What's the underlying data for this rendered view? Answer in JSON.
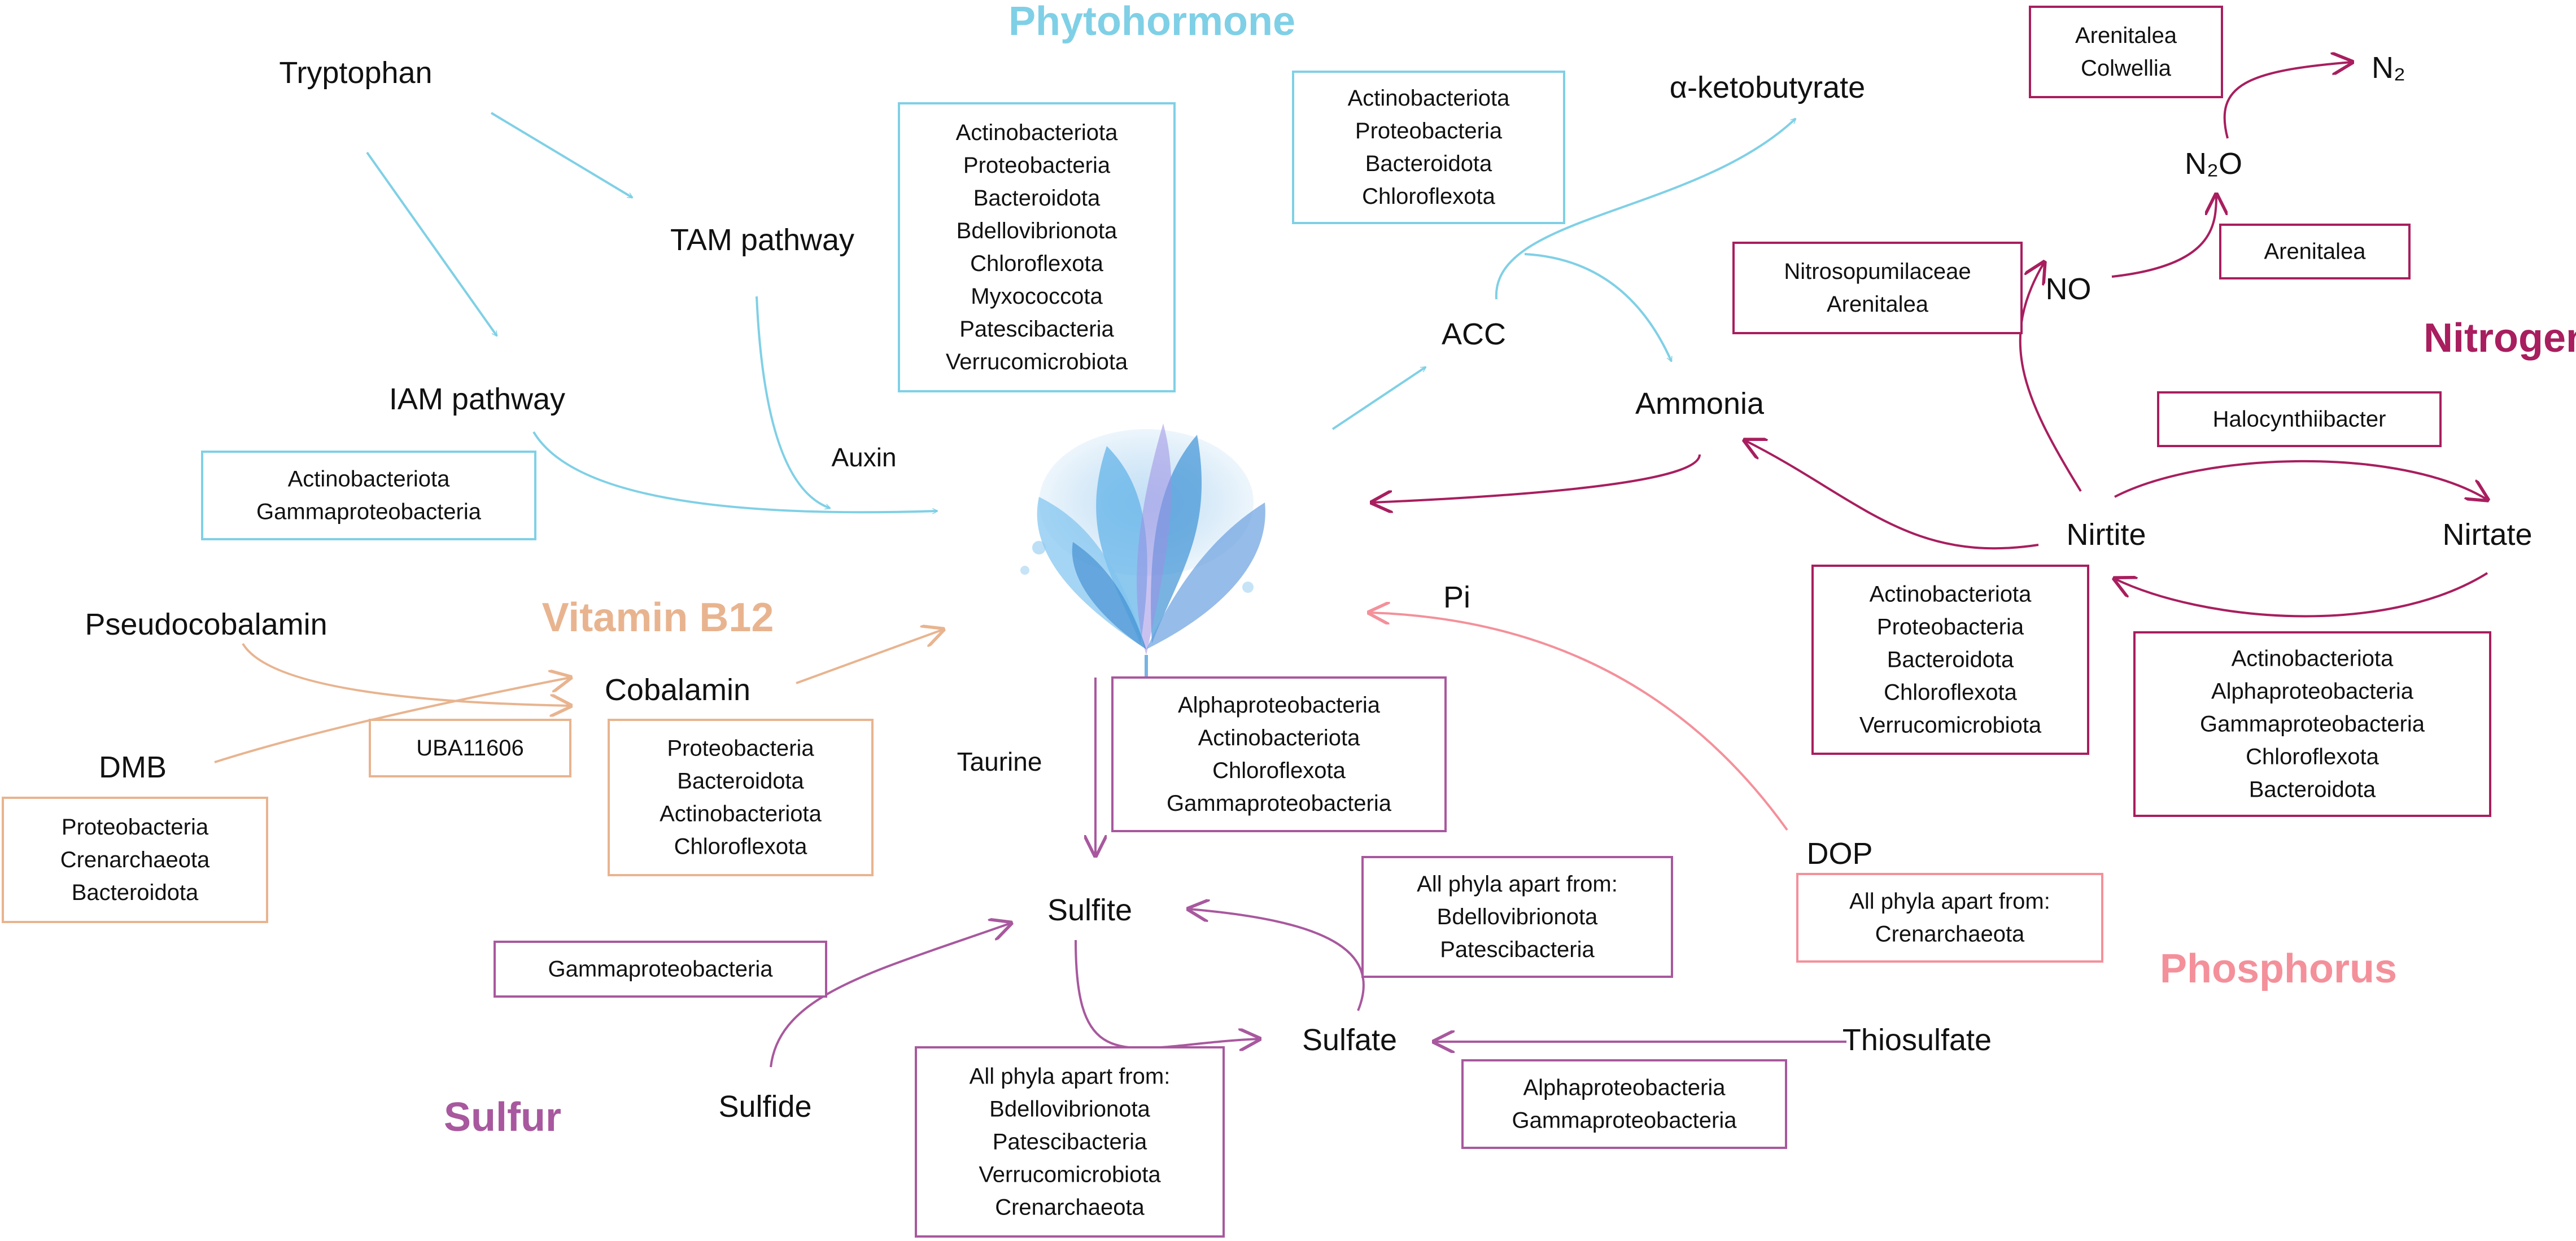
{
  "colors": {
    "phytohormone": "#7fd0e6",
    "vitamin_b12": "#e8b48f",
    "sulfur": "#a8589e",
    "phosphorus": "#f4909a",
    "nitrogen": "#a81e5e",
    "text": "#111111"
  },
  "center_icon": "seaweed-illustration",
  "categories": {
    "phytohormone": "Phytohormone",
    "vitamin_b12": "Vitamin B12",
    "sulfur": "Sulfur",
    "phosphorus": "Phosphorus",
    "nitrogen": "Nitrogen"
  },
  "nodes": {
    "tryptophan": "Tryptophan",
    "tam_pathway": "TAM pathway",
    "iam_pathway": "IAM pathway",
    "auxin": "Auxin",
    "acc": "ACC",
    "ketobutyrate": "α-ketobutyrate",
    "ammonia": "Ammonia",
    "nitrite": "Nirtite",
    "nitrate": "Nirtate",
    "no": "NO",
    "n2o": "N₂O",
    "n2": "N₂",
    "pseudocobalamin": "Pseudocobalamin",
    "dmb": "DMB",
    "cobalamin": "Cobalamin",
    "pi": "Pi",
    "dop": "DOP",
    "taurine": "Taurine",
    "sulfite": "Sulfite",
    "sulfate": "Sulfate",
    "sulfide": "Sulfide",
    "thiosulfate": "Thiosulfate"
  },
  "boxes": {
    "iam": [
      "Actinobacteriota",
      "Gammaproteobacteria"
    ],
    "auxin": [
      "Actinobacteriota",
      "Proteobacteria",
      "Bacteroidota",
      "Bdellovibrionota",
      "Chloroflexota",
      "Myxococcota",
      "Patescibacteria",
      "Verrucomicrobiota"
    ],
    "acc": [
      "Actinobacteriota",
      "Proteobacteria",
      "Bacteroidota",
      "Chloroflexota"
    ],
    "n2": [
      "Arenitalea",
      "Colwellia"
    ],
    "n2o": [
      "Arenitalea"
    ],
    "no": [
      "Nitrosopumilaceae",
      "Arenitalea"
    ],
    "nitrate_up": [
      "Halocynthiibacter"
    ],
    "nitrite_ammonia": [
      "Actinobacteriota",
      "Proteobacteria",
      "Bacteroidota",
      "Chloroflexota",
      "Verrucomicrobiota"
    ],
    "nitrate_nitrite": [
      "Actinobacteriota",
      "Alphaproteobacteria",
      "Gammaproteobacteria",
      "Chloroflexota",
      "Bacteroidota"
    ],
    "dmb": [
      "Proteobacteria",
      "Crenarchaeota",
      "Bacteroidota"
    ],
    "uba": [
      "UBA11606"
    ],
    "cobalamin": [
      "Proteobacteria",
      "Bacteroidota",
      "Actinobacteriota",
      "Chloroflexota"
    ],
    "taurine": [
      "Alphaproteobacteria",
      "Actinobacteriota",
      "Chloroflexota",
      "Gammaproteobacteria"
    ],
    "dop": [
      "All phyla apart from:",
      "Crenarchaeota"
    ],
    "sulfate_sulfite": [
      "All phyla apart from:",
      "Bdellovibrionota",
      "Patescibacteria"
    ],
    "sulfide": [
      "Gammaproteobacteria"
    ],
    "sulfite_sulfate": [
      "All phyla apart from:",
      "Bdellovibrionota",
      "Patescibacteria",
      "Verrucomicrobiota",
      "Crenarchaeota"
    ],
    "thiosulfate": [
      "Alphaproteobacteria",
      "Gammaproteobacteria"
    ]
  }
}
